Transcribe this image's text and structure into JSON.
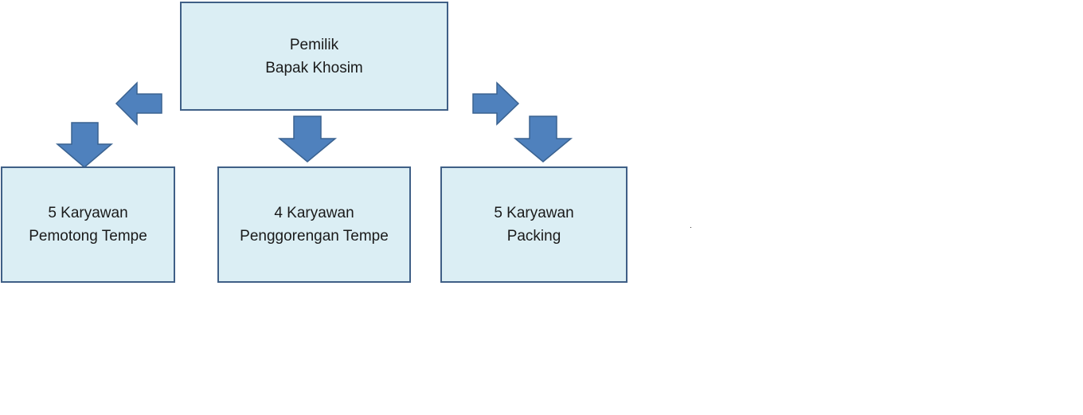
{
  "diagram": {
    "owner": {
      "role": "Pemilik",
      "name": "Bapak Khosim"
    },
    "workers": [
      {
        "count_label": "5 Karyawan",
        "task": "Pemotong Tempe"
      },
      {
        "count_label": "4 Karyawan",
        "task": "Penggorengan Tempe"
      },
      {
        "count_label": "5 Karyawan",
        "task": "Packing"
      }
    ]
  },
  "colors": {
    "box_fill": "#dbeef4",
    "box_border": "#3f5f86",
    "arrow_fill": "#4f81bd"
  },
  "icons": [
    "block-arrow-left-icon",
    "block-arrow-down-icon",
    "block-arrow-right-icon"
  ]
}
